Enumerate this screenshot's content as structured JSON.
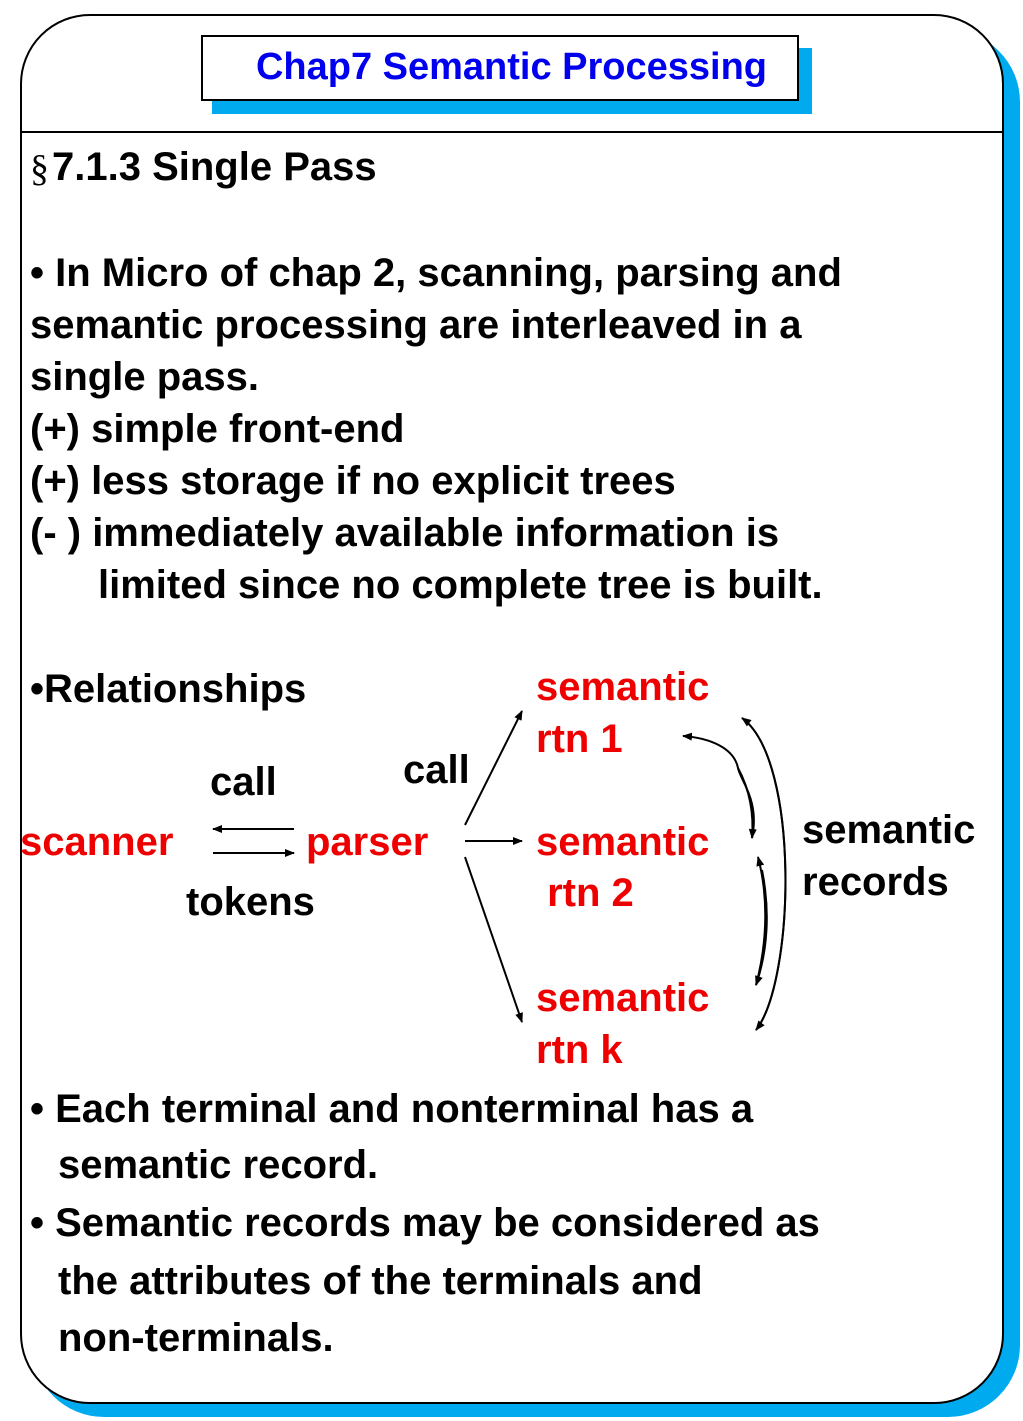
{
  "title": "Chap7  Semantic Processing",
  "section_symbol": "§",
  "section_heading": "7.1.3    Single Pass",
  "intro": {
    "line1": "• In Micro of chap 2, scanning, parsing and",
    "line2": "semantic processing are interleaved in a",
    "line3": "single pass."
  },
  "points": {
    "plus1": "(+) simple front-end",
    "plus2": "(+) less storage if no explicit trees",
    "minus1_line1": "(- ) immediately available information is",
    "minus1_line2": "limited since no complete tree is built."
  },
  "relationships_label": "•Relationships",
  "diagram": {
    "scanner": "scanner",
    "parser": "parser",
    "call_left": "call",
    "tokens": "tokens",
    "call_right": "call",
    "rtn1_line1": "semantic",
    "rtn1_line2": "rtn 1",
    "rtn2_line1": "semantic",
    "rtn2_line2": " rtn 2",
    "rtnk_line1": "semantic",
    "rtnk_line2": "rtn k",
    "records_line1": "semantic",
    "records_line2": "records",
    "colors": {
      "component": "#ee0000",
      "arrow": "#000000"
    }
  },
  "bottom": {
    "b1_line1": "• Each terminal and nonterminal has a",
    "b1_line2": "semantic record.",
    "b2_line1": "• Semantic records may be considered as",
    "b2_line2": "the attributes of the terminals and",
    "b2_line3": "non-terminals."
  },
  "colors": {
    "title": "#0000ee",
    "shadow": "#00aaee"
  }
}
